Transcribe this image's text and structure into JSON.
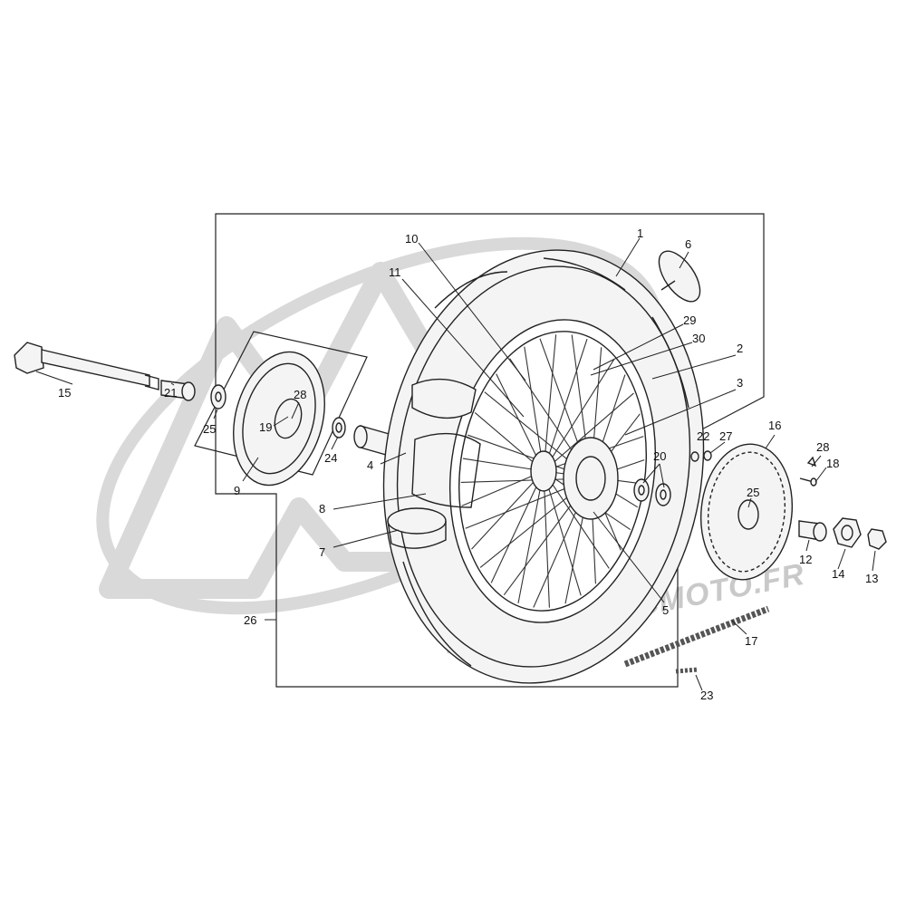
{
  "watermark": {
    "text": "WWW.ATOMICMOTO.FR"
  },
  "colors": {
    "line": "#222222",
    "watermark": "#d9d9d9",
    "background": "#ffffff"
  },
  "callouts": [
    {
      "id": "c1",
      "label": "1"
    },
    {
      "id": "c2",
      "label": "2"
    },
    {
      "id": "c3",
      "label": "3"
    },
    {
      "id": "c4",
      "label": "4"
    },
    {
      "id": "c5",
      "label": "5"
    },
    {
      "id": "c6",
      "label": "6"
    },
    {
      "id": "c7",
      "label": "7"
    },
    {
      "id": "c8",
      "label": "8"
    },
    {
      "id": "c9",
      "label": "9"
    },
    {
      "id": "c10",
      "label": "10"
    },
    {
      "id": "c11",
      "label": "11"
    },
    {
      "id": "c12",
      "label": "12"
    },
    {
      "id": "c13",
      "label": "13"
    },
    {
      "id": "c14",
      "label": "14"
    },
    {
      "id": "c15",
      "label": "15"
    },
    {
      "id": "c16",
      "label": "16"
    },
    {
      "id": "c17",
      "label": "17"
    },
    {
      "id": "c18",
      "label": "18"
    },
    {
      "id": "c19",
      "label": "19"
    },
    {
      "id": "c20",
      "label": "20"
    },
    {
      "id": "c21",
      "label": "21"
    },
    {
      "id": "c22",
      "label": "22"
    },
    {
      "id": "c23",
      "label": "23"
    },
    {
      "id": "c24",
      "label": "24"
    },
    {
      "id": "c25a",
      "label": "25"
    },
    {
      "id": "c25b",
      "label": "25"
    },
    {
      "id": "c26",
      "label": "26"
    },
    {
      "id": "c27",
      "label": "27"
    },
    {
      "id": "c28a",
      "label": "28"
    },
    {
      "id": "c28b",
      "label": "28"
    },
    {
      "id": "c29",
      "label": "29"
    },
    {
      "id": "c30",
      "label": "30"
    }
  ]
}
